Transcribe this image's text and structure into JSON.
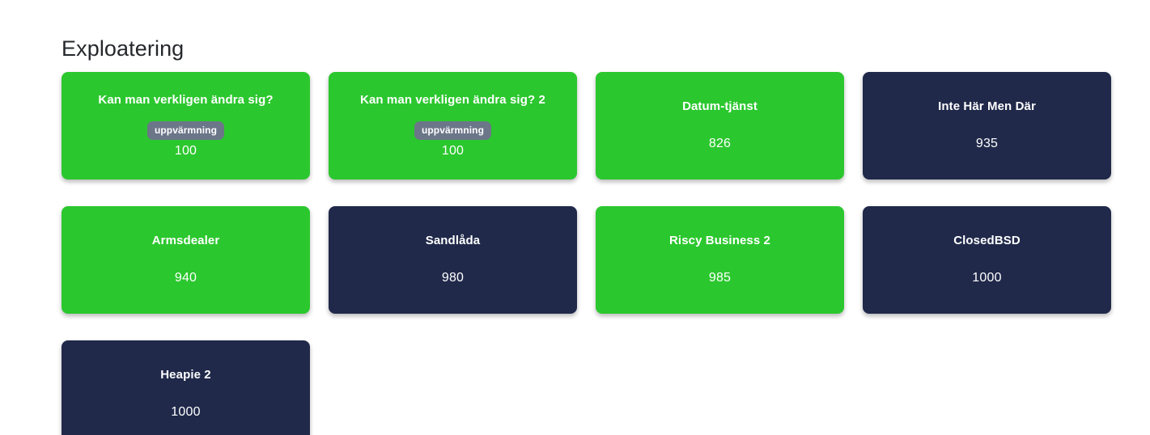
{
  "page": {
    "title": "Exploatering",
    "background_color": "#ffffff",
    "title_color": "#25282c"
  },
  "colors": {
    "solved_card": "#2bc72e",
    "unsolved_card": "#20294a",
    "badge": "#6c7689",
    "card_text": "#ffffff"
  },
  "cards": [
    {
      "title": "Kan man verkligen ändra sig?",
      "badge": "uppvärmning",
      "score": "100",
      "state": "solved"
    },
    {
      "title": "Kan man verkligen ändra sig? 2",
      "badge": "uppvärmning",
      "score": "100",
      "state": "solved"
    },
    {
      "title": "Datum-tjänst",
      "badge": "",
      "score": "826",
      "state": "solved"
    },
    {
      "title": "Inte Här Men Där",
      "badge": "",
      "score": "935",
      "state": "unsolved"
    },
    {
      "title": "Armsdealer",
      "badge": "",
      "score": "940",
      "state": "solved"
    },
    {
      "title": "Sandlåda",
      "badge": "",
      "score": "980",
      "state": "unsolved"
    },
    {
      "title": "Riscy Business 2",
      "badge": "",
      "score": "985",
      "state": "solved"
    },
    {
      "title": "ClosedBSD",
      "badge": "",
      "score": "1000",
      "state": "unsolved"
    },
    {
      "title": "Heapie 2",
      "badge": "",
      "score": "1000",
      "state": "unsolved"
    }
  ]
}
